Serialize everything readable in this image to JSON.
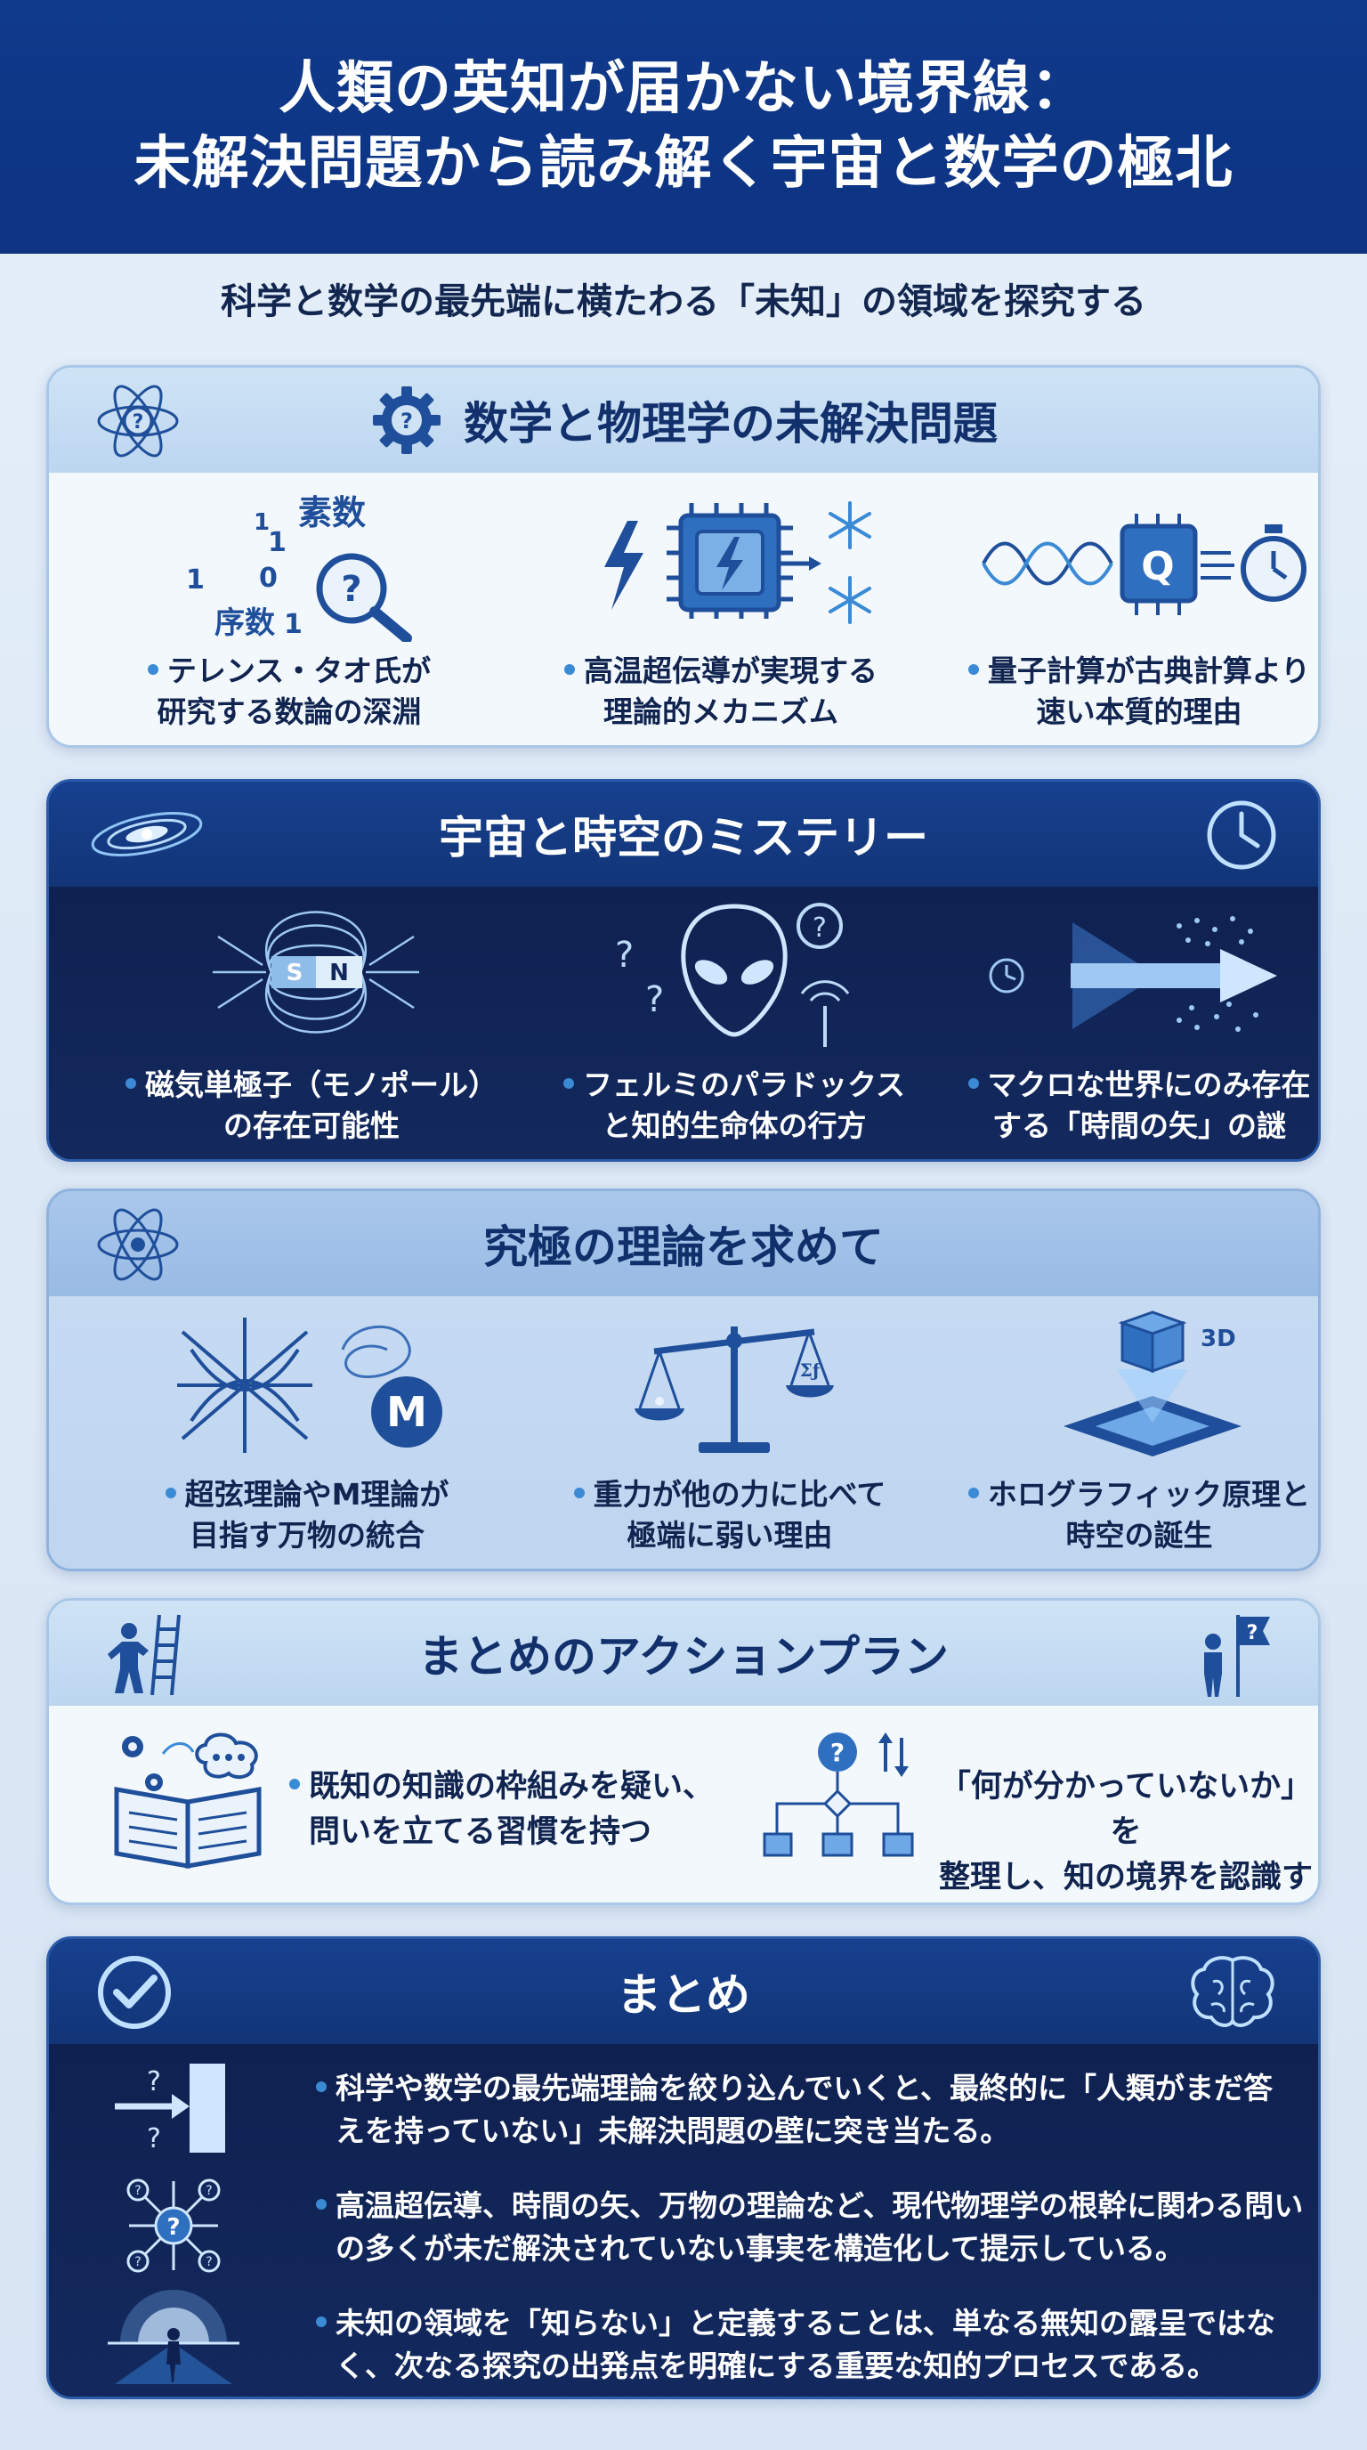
{
  "header": {
    "title_line1": "人類の英知が届かない境界線：",
    "title_line2": "未解決問題から読み解く宇宙と数学の極北"
  },
  "subtitle": "科学と数学の最先端に横たわる「未知」の領域を探究する",
  "sections": [
    {
      "title": "数学と物理学の未解決問題",
      "icons": [
        "atom-question-icon",
        "gear-question-icon"
      ],
      "items": [
        {
          "icon": "magnifier-question-icon",
          "icon_labels": [
            "素数",
            "序数",
            "1",
            "0",
            "1",
            "1"
          ],
          "line1": "テレンス・タオ氏が",
          "line2": "研究する数論の深淵"
        },
        {
          "icon": "superconductor-chip-icon",
          "line1": "高温超伝導が実現する",
          "line2": "理論的メカニズム"
        },
        {
          "icon": "quantum-chip-icon",
          "icon_labels": [
            "Q"
          ],
          "line1": "量子計算が古典計算より",
          "line2": "速い本質的理由"
        }
      ]
    },
    {
      "title": "宇宙と時空のミステリー",
      "icons": [
        "galaxy-icon",
        "clock-icon"
      ],
      "items": [
        {
          "icon": "magnet-field-icon",
          "icon_labels": [
            "S",
            "N"
          ],
          "line1": "磁気単極子（モノポール）",
          "line2": "の存在可能性"
        },
        {
          "icon": "alien-icon",
          "line1": "フェルミのパラドックス",
          "line2": "と知的生命体の行方"
        },
        {
          "icon": "time-arrow-icon",
          "line1": "マクロな世界にのみ存在",
          "line2": "する「時間の矢」の謎"
        }
      ]
    },
    {
      "title": "究極の理論を求めて",
      "icons": [
        "atom-icon"
      ],
      "items": [
        {
          "icon": "string-theory-icon",
          "icon_labels": [
            "M"
          ],
          "line1": "超弦理論やM理論が",
          "line2": "目指す万物の統合"
        },
        {
          "icon": "balance-scale-icon",
          "line1": "重力が他の力に比べて",
          "line2": "極端に弱い理由"
        },
        {
          "icon": "hologram-cube-icon",
          "icon_labels": [
            "3D"
          ],
          "line1": "ホログラフィック原理と",
          "line2": "時空の誕生"
        }
      ]
    }
  ],
  "action_plan": {
    "title": "まとめのアクションプラン",
    "icons": [
      "climber-ladder-icon",
      "person-flag-icon"
    ],
    "items": [
      {
        "icon": "book-thought-icon",
        "line1": "既知の知識の枠組みを疑い、",
        "line2": "問いを立てる習慣を持つ"
      },
      {
        "icon": "flowchart-question-icon",
        "line1": "「何が分かっていないか」を",
        "line2": "整理し、知の境界を認識する"
      }
    ]
  },
  "summary": {
    "title": "まとめ",
    "icons": [
      "checkmark-icon",
      "brain-icon"
    ],
    "items": [
      {
        "icon": "wall-question-icon",
        "line1": "科学や数学の最先端理論を絞り込んでいくと、最終的に「人類がまだ答",
        "line2": "えを持っていない」未解決問題の壁に突き当たる。"
      },
      {
        "icon": "network-question-icon",
        "line1": "高温超伝導、時間の矢、万物の理論など、現代物理学の根幹に関わる問い",
        "line2": "の多くが未だ解決されていない事実を構造化して提示している。"
      },
      {
        "icon": "horizon-figure-icon",
        "line1": "未知の領域を「知らない」と定義することは、単なる無知の露呈ではな",
        "line2": "く、次なる探究の出発点を明確にする重要な知的プロセスである。"
      }
    ]
  },
  "colors": {
    "navy": "#0d3382",
    "accent": "#3a8ad6",
    "light_panel": "#f3f8fd"
  }
}
